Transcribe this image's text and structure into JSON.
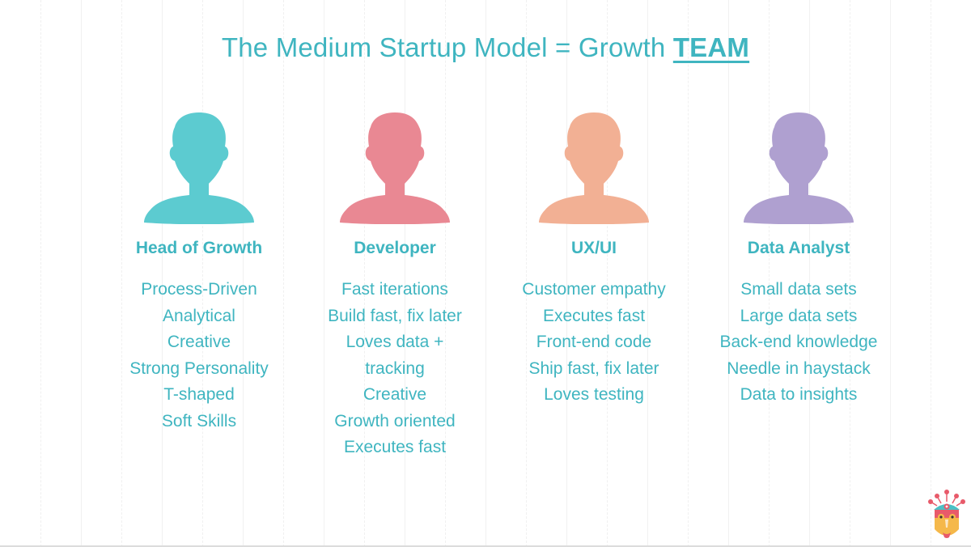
{
  "slide": {
    "title_prefix": "The Medium Startup Model = Growth ",
    "title_emphasis": "TEAM",
    "accent_color": "#3fb5c0"
  },
  "roles": [
    {
      "name": "Head of Growth",
      "avatar_icon": "person-silhouette-icon",
      "avatar_color": "#5ccbd0",
      "traits": [
        "Process-Driven",
        "Analytical",
        "Creative",
        "Strong Personality",
        "T-shaped",
        "Soft Skills"
      ]
    },
    {
      "name": "Developer",
      "avatar_icon": "person-silhouette-icon",
      "avatar_color": "#e98893",
      "traits": [
        "Fast iterations",
        "Build fast, fix later",
        "Loves data +",
        "tracking",
        "Creative",
        "Growth oriented",
        "Executes fast"
      ]
    },
    {
      "name": "UX/UI",
      "avatar_icon": "person-silhouette-icon",
      "avatar_color": "#f2b094",
      "traits": [
        "Customer empathy",
        "Executes fast",
        "Front-end code",
        "Ship fast, fix later",
        "Loves testing"
      ]
    },
    {
      "name": "Data Analyst",
      "avatar_icon": "person-silhouette-icon",
      "avatar_color": "#afa0d0",
      "traits": [
        "Small data sets",
        "Large data sets",
        "Back-end knowledge",
        "Needle in haystack",
        "Data to insights"
      ]
    }
  ],
  "logo": {
    "icon": "tribal-mask-icon"
  }
}
